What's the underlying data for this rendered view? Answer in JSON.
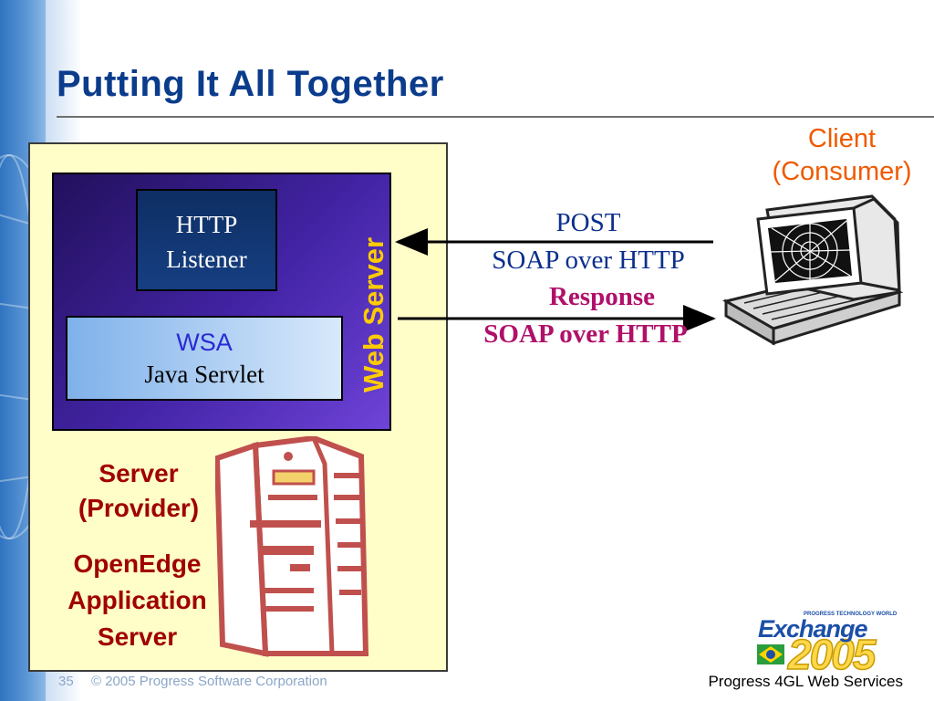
{
  "slide": {
    "title": "Putting It All Together",
    "slide_number": "35",
    "copyright": "© 2005 Progress Software Corporation",
    "footer_title": "Progress 4GL Web Services"
  },
  "client": {
    "line1": "Client",
    "line2": "(Consumer)"
  },
  "web_server": {
    "label": "Web Server",
    "http_line1": "HTTP",
    "http_line2": "Listener",
    "wsa_title": "WSA",
    "wsa_sub": "Java Servlet"
  },
  "server": {
    "line1": "Server",
    "line2": "(Provider)",
    "app_line1": "OpenEdge",
    "app_line2": "Application",
    "app_line3": "Server"
  },
  "messages": {
    "request_verb": "POST",
    "request_body": "SOAP over HTTP",
    "response_verb": "Response",
    "response_body": "SOAP over HTTP"
  },
  "logo": {
    "word": "Exchange",
    "year": "2005",
    "tagline": "PROGRESS TECHNOLOGY WORLD"
  },
  "colors": {
    "title": "#0b3c8c",
    "client_label": "#f05a00",
    "server_label": "#a00000",
    "web_server_label": "#ffcc00",
    "request_text": "#0b2f8c",
    "response_text": "#b0106a",
    "panel_fill": "#fffdc8"
  }
}
